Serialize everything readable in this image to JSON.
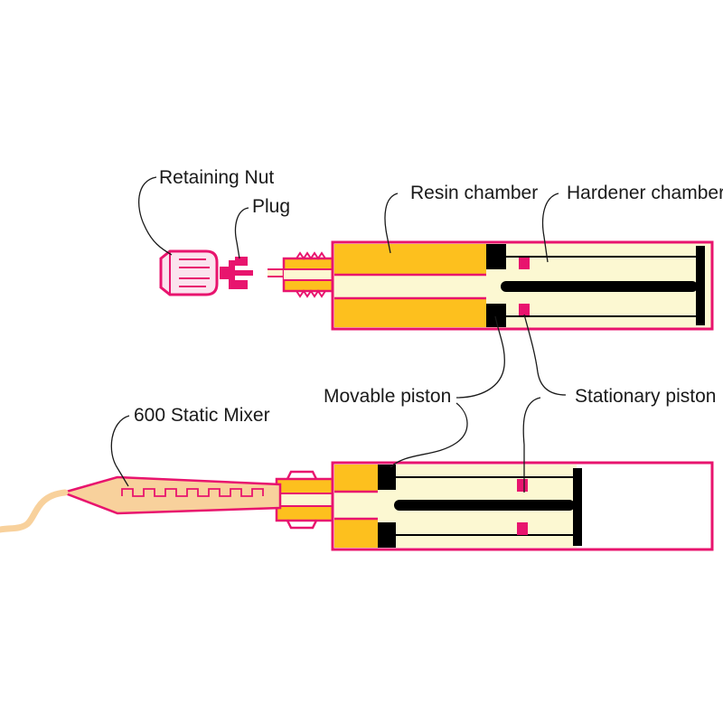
{
  "labels": {
    "retaining_nut": "Retaining Nut",
    "plug": "Plug",
    "resin_chamber": "Resin chamber",
    "hardener_chamber": "Hardener chamber",
    "movable_piston": "Movable piston",
    "stationary_piston": "Stationary piston",
    "static_mixer": "600 Static Mixer"
  },
  "colors": {
    "outline": "#e8146e",
    "resin": "#fdc01e",
    "hardener": "#fcf8d2",
    "piston": "#000000",
    "mixed": "#f8d19c",
    "nut_fill": "#fbe3ee",
    "leader": "#1a1a1a"
  }
}
